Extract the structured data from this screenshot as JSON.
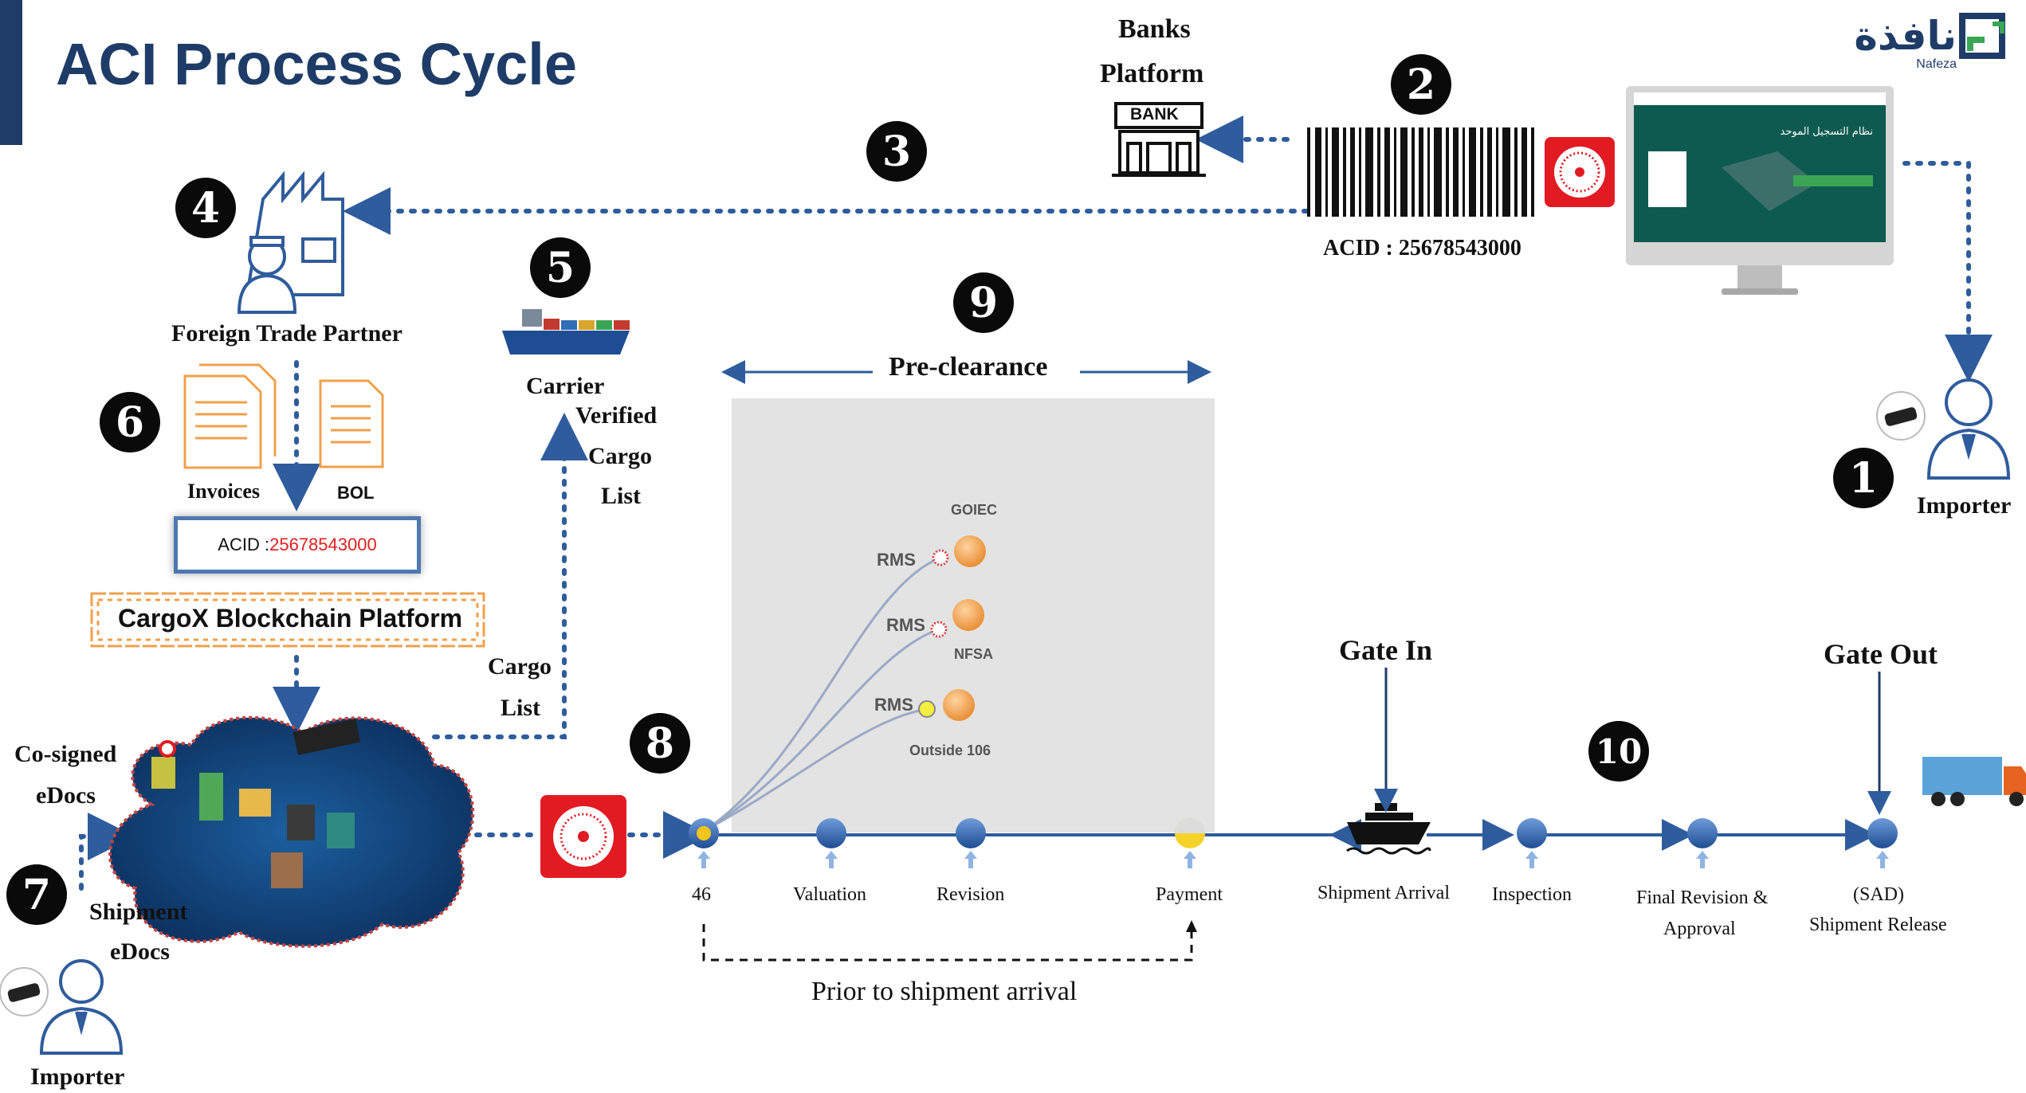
{
  "title": "ACI Process Cycle",
  "logo": {
    "text": "نافذة",
    "sub": "Nafeza"
  },
  "badges": [
    "1",
    "2",
    "3",
    "4",
    "5",
    "6",
    "7",
    "8",
    "9",
    "10"
  ],
  "banks": {
    "line1": "Banks",
    "line2": "Platform",
    "sign": "BANK"
  },
  "acid_label": "ACID : 25678543000",
  "foreign_partner": "Foreign Trade Partner",
  "carrier": "Carrier",
  "verified_cargo": [
    "Verified",
    "Cargo",
    "List"
  ],
  "docs": {
    "invoices": "Invoices",
    "bol": "BOL"
  },
  "acid_box": {
    "prefix": "ACID : ",
    "number": "25678543000"
  },
  "cargox": "CargoX Blockchain Platform",
  "cargo_list": [
    "Cargo",
    "List"
  ],
  "cosigned": [
    "Co-signed",
    "eDocs"
  ],
  "shipment_edocs": [
    "Shipment",
    "eDocs"
  ],
  "importer_right": "Importer",
  "importer_left": "Importer",
  "preclearance": "Pre-clearance",
  "rms": [
    "RMS",
    "RMS",
    "RMS"
  ],
  "agencies": [
    "GOIEC",
    "NFSA",
    "Outside 106"
  ],
  "gate_in": "Gate In",
  "gate_out": "Gate Out",
  "timeline": [
    "46",
    "Valuation",
    "Revision",
    "Payment",
    "Shipment Arrival",
    "Inspection",
    "Final Revision &",
    "Approval",
    "(SAD)",
    "Shipment Release"
  ],
  "prior": "Prior to shipment arrival",
  "screen": {
    "header": "نظام التسجيل الموحد"
  },
  "colors": {
    "navy": "#1f3c68",
    "arrow": "#2f5c9c",
    "orange": "#f0a04b",
    "red": "#e21b23"
  }
}
